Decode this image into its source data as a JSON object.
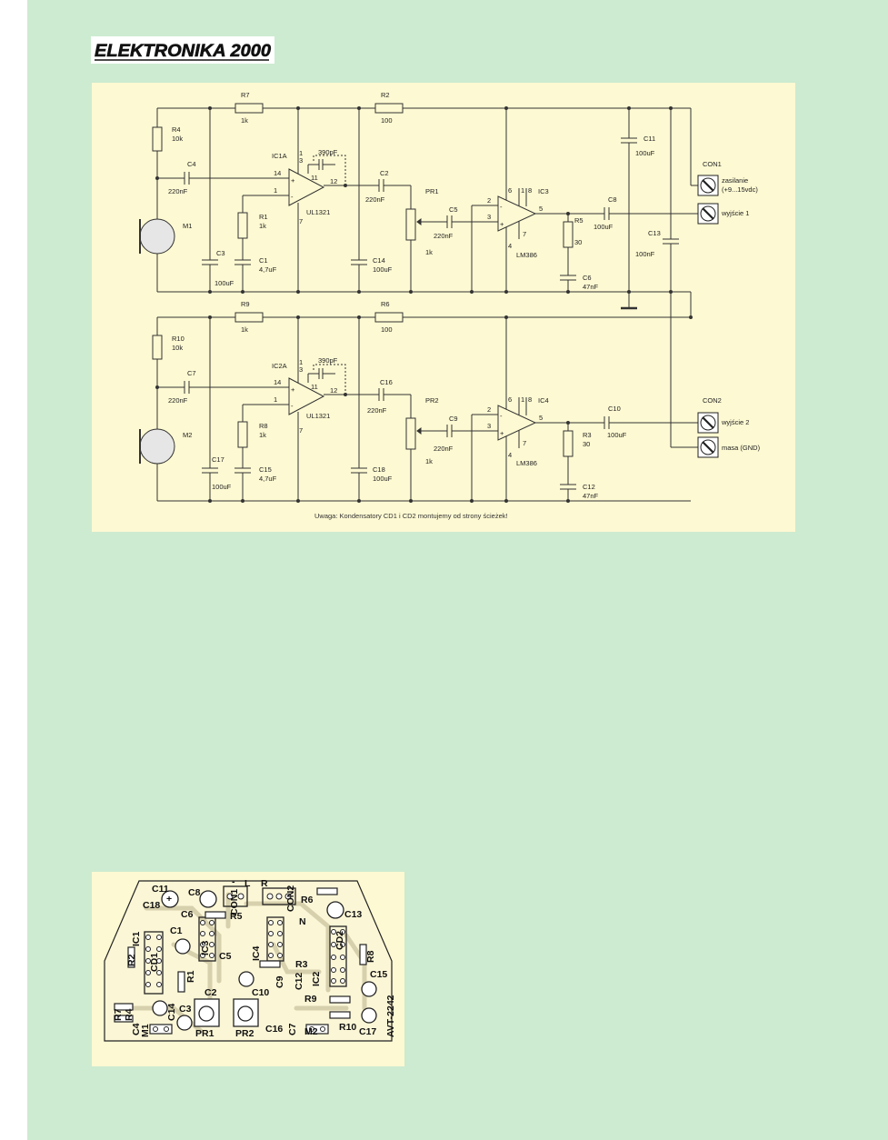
{
  "logo": {
    "text": "ELEKTRONIKA 2000"
  },
  "schematic": {
    "note": "Uwaga: Kondensatory CD1 i CD2 montujemy od strony ścieżek!",
    "labels": {
      "r7": "R7",
      "r7v": "1k",
      "r2": "R2",
      "r2v": "100",
      "r4": "R4",
      "r4v": "10k",
      "c4": "C4",
      "c4v": "220nF",
      "ic1a": "IC1A",
      "ic1chip": "UL1321",
      "p390a": "390pF",
      "c2": "C2",
      "c2v": "220nF",
      "pr1": "PR1",
      "pr1v": "1k",
      "c5": "C5",
      "c5v": "220nF",
      "ic3": "IC3",
      "ic3chip": "LM386",
      "c8": "C8",
      "c8v": "100uF",
      "c11": "C11",
      "c11v": "100uF",
      "con1": "CON1",
      "zas1": "zasilanie",
      "zas2": "(+9...15vdc)",
      "out1": "wyjście 1",
      "m1": "M1",
      "r1": "R1",
      "r1v": "1k",
      "c1": "C1",
      "c1v": "4,7uF",
      "c3": "C3",
      "c3v": "100uF",
      "c14": "C14",
      "c14v": "100uF",
      "r5": "R5",
      "r5v": "30",
      "c6": "C6",
      "c6v": "47nF",
      "c13": "C13",
      "c13v": "100nF",
      "r9": "R9",
      "r9v": "1k",
      "r6": "R6",
      "r6v": "100",
      "r10": "R10",
      "r10v": "10k",
      "c7": "C7",
      "c7v": "220nF",
      "ic2a": "IC2A",
      "ic2chip": "UL1321",
      "p390b": "390pF",
      "c16": "C16",
      "c16v": "220nF",
      "pr2": "PR2",
      "pr2v": "1k",
      "c9": "C9",
      "c9v": "220nF",
      "ic4": "IC4",
      "ic4chip": "LM386",
      "c10": "C10",
      "c10v": "100uF",
      "con2": "CON2",
      "out2": "wyjście 2",
      "gnd": "masa (GND)",
      "m2": "M2",
      "r8": "R8",
      "r8v": "1k",
      "c15": "C15",
      "c15v": "4,7uF",
      "c17": "C17",
      "c17v": "100uF",
      "c18": "C18",
      "c18v": "100uF",
      "r3": "R3",
      "r3v": "30",
      "c12": "C12",
      "c12v": "47nF",
      "p14": "14",
      "p1": "1",
      "p13": "1",
      "p3": "3",
      "p11": "11",
      "p12": "12",
      "p7": "7",
      "p2": "2",
      "p3b": "3",
      "p6": "6",
      "p1b": "1",
      "p8": "8",
      "p5": "5",
      "p4": "4",
      "p7b": "7"
    }
  },
  "pcb": {
    "code": "AVT-2242",
    "labels": {
      "c11": "C11",
      "c8": "C8",
      "con1": "CON1",
      "con2": "CON2",
      "r6": "R6",
      "c18": "C18",
      "c6": "C6",
      "r5": "R5",
      "c13": "C13",
      "ic1": "IC1",
      "c1": "C1",
      "ic3": "IC3",
      "ic4": "IC4",
      "cd2": "CD2",
      "r2": "R2",
      "cd1": "CD1",
      "r3": "R3",
      "r8": "R8",
      "r1": "R1",
      "c5": "C5",
      "c2": "C2",
      "c10": "C10",
      "c12": "C12",
      "ic2": "IC2",
      "c15": "C15",
      "c9": "C9",
      "r9": "R9",
      "c14": "C14",
      "c3": "C3",
      "r7": "R7",
      "r4": "R4",
      "c4": "C4",
      "m1": "M1",
      "pr1": "PR1",
      "pr2": "PR2",
      "c16": "C16",
      "c7": "C7",
      "m2": "M2",
      "r10": "R10",
      "c17": "C17",
      "n": "N",
      "plus": "+",
      "minus": "-",
      "r": "R",
      "l": "L"
    }
  }
}
